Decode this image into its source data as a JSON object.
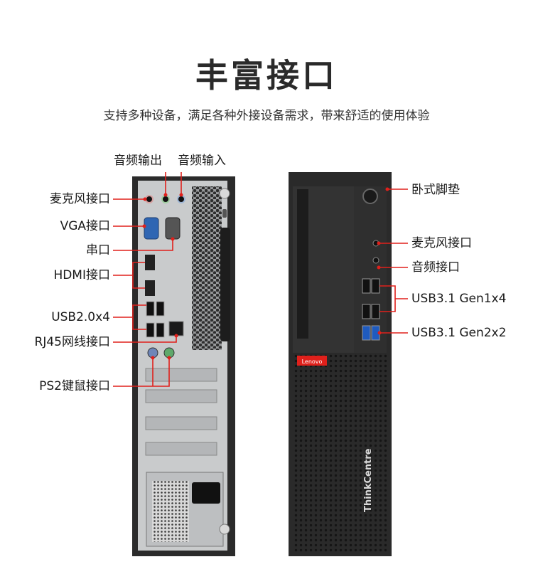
{
  "title": "丰富接口",
  "subtitle": "支持多种设备，满足各种外接设备需求，带来舒适的使用体验",
  "rear_labels": {
    "audio_out": "音频输出",
    "audio_in": "音频输入",
    "mic": "麦克风接口",
    "vga": "VGA接口",
    "serial": "串口",
    "hdmi": "HDMI接口",
    "usb2": "USB2.0x4",
    "rj45": "RJ45网线接口",
    "ps2": "PS2键鼠接口"
  },
  "front_labels": {
    "foot": "卧式脚垫",
    "mic": "麦克风接口",
    "audio": "音频接口",
    "usb31g1": "USB3.1 Gen1x4",
    "usb31g2": "USB3.1 Gen2x2"
  },
  "brand": {
    "badge": "Lenovo",
    "model": "ThinkCentre"
  },
  "colors": {
    "accent": "#e0201b",
    "chassis": "#2b2b2b",
    "panel": "#c9cbcc"
  }
}
